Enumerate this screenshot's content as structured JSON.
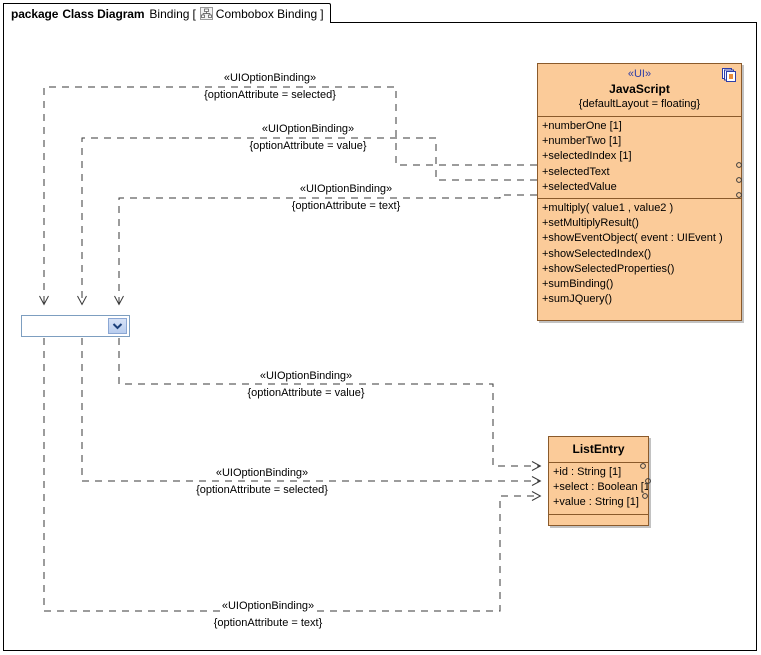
{
  "package": {
    "keyword": "package",
    "diagram_type": "Class Diagram",
    "package_name": "Binding",
    "bracket_open": "[",
    "bracket_close": "]",
    "diagram_name": "Combobox Binding",
    "icon": "class-diagram-icon"
  },
  "classes": [
    {
      "id": "javascript",
      "stereotype": "«UI»",
      "name": "JavaScript",
      "properties": "{defaultLayout = floating}",
      "corner_icon": "document-stack-icon",
      "attributes": [
        "+numberOne [1]",
        "+numberTwo [1]",
        "+selectedIndex [1]",
        "+selectedText",
        "+selectedValue"
      ],
      "operations": [
        "+multiply( value1 , value2 )",
        "+setMultiplyResult()",
        "+showEventObject( event : UIEvent )",
        "+showSelectedIndex()",
        "+showSelectedProperties()",
        "+sumBinding()",
        "+sumJQuery()"
      ]
    },
    {
      "id": "listentry",
      "stereotype": "",
      "name": "ListEntry",
      "properties": "",
      "corner_icon": "",
      "attributes": [
        "+id : String [1]",
        "+select : Boolean [1]",
        "+value : String [1]"
      ],
      "operations": []
    }
  ],
  "widgets": {
    "combobox": {
      "name": "combobox",
      "value": "",
      "arrow_icon": "chevron-down-icon"
    }
  },
  "bindings": [
    {
      "id": "b1",
      "stereotype": "«UIOptionBinding»",
      "property": "{optionAttribute = selected}"
    },
    {
      "id": "b2",
      "stereotype": "«UIOptionBinding»",
      "property": "{optionAttribute = value}"
    },
    {
      "id": "b3",
      "stereotype": "«UIOptionBinding»",
      "property": "{optionAttribute = text}"
    },
    {
      "id": "b4",
      "stereotype": "«UIOptionBinding»",
      "property": "{optionAttribute = value}"
    },
    {
      "id": "b5",
      "stereotype": "«UIOptionBinding»",
      "property": "{optionAttribute = selected}"
    },
    {
      "id": "b6",
      "stereotype": "«UIOptionBinding»",
      "property": "{optionAttribute = text}"
    }
  ],
  "colors": {
    "class_fill": "#fbcb99",
    "class_border": "#8a5a2b",
    "stereotype_text": "#2e3ea8",
    "widget_border": "#7d9ec0",
    "connector": "#3a3a3a",
    "canvas": "#ffffff"
  }
}
